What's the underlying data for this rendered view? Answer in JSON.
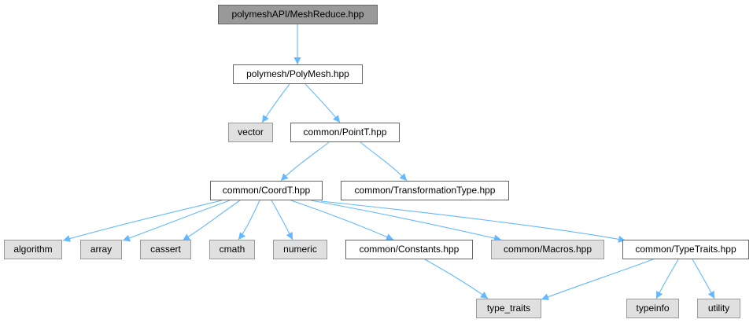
{
  "graph": {
    "nodes": [
      {
        "id": "root",
        "label": "polymeshAPI/MeshReduce.hpp",
        "kind": "root"
      },
      {
        "id": "polymesh",
        "label": "polymesh/PolyMesh.hpp",
        "kind": "local"
      },
      {
        "id": "vector",
        "label": "vector",
        "kind": "system"
      },
      {
        "id": "pointt",
        "label": "common/PointT.hpp",
        "kind": "local"
      },
      {
        "id": "coordt",
        "label": "common/CoordT.hpp",
        "kind": "local"
      },
      {
        "id": "transform",
        "label": "common/TransformationType.hpp",
        "kind": "local"
      },
      {
        "id": "algorithm",
        "label": "algorithm",
        "kind": "system"
      },
      {
        "id": "array",
        "label": "array",
        "kind": "system"
      },
      {
        "id": "cassert",
        "label": "cassert",
        "kind": "system"
      },
      {
        "id": "cmath",
        "label": "cmath",
        "kind": "system"
      },
      {
        "id": "numeric",
        "label": "numeric",
        "kind": "system"
      },
      {
        "id": "constants",
        "label": "common/Constants.hpp",
        "kind": "local"
      },
      {
        "id": "macros",
        "label": "common/Macros.hpp",
        "kind": "system"
      },
      {
        "id": "typetraits",
        "label": "common/TypeTraits.hpp",
        "kind": "local"
      },
      {
        "id": "type_traits",
        "label": "type_traits",
        "kind": "system"
      },
      {
        "id": "typeinfo",
        "label": "typeinfo",
        "kind": "system"
      },
      {
        "id": "utility",
        "label": "utility",
        "kind": "system"
      }
    ],
    "edges": [
      [
        "root",
        "polymesh"
      ],
      [
        "polymesh",
        "vector"
      ],
      [
        "polymesh",
        "pointt"
      ],
      [
        "pointt",
        "coordt"
      ],
      [
        "pointt",
        "transform"
      ],
      [
        "coordt",
        "algorithm"
      ],
      [
        "coordt",
        "array"
      ],
      [
        "coordt",
        "cassert"
      ],
      [
        "coordt",
        "cmath"
      ],
      [
        "coordt",
        "numeric"
      ],
      [
        "coordt",
        "constants"
      ],
      [
        "coordt",
        "macros"
      ],
      [
        "coordt",
        "typetraits"
      ],
      [
        "constants",
        "type_traits"
      ],
      [
        "typetraits",
        "type_traits"
      ],
      [
        "typetraits",
        "typeinfo"
      ],
      [
        "typetraits",
        "utility"
      ]
    ],
    "colors": {
      "edge": "#63b8ff",
      "root_fill": "#999999",
      "system_fill": "#e0e0e0",
      "local_fill": "#ffffff"
    }
  }
}
